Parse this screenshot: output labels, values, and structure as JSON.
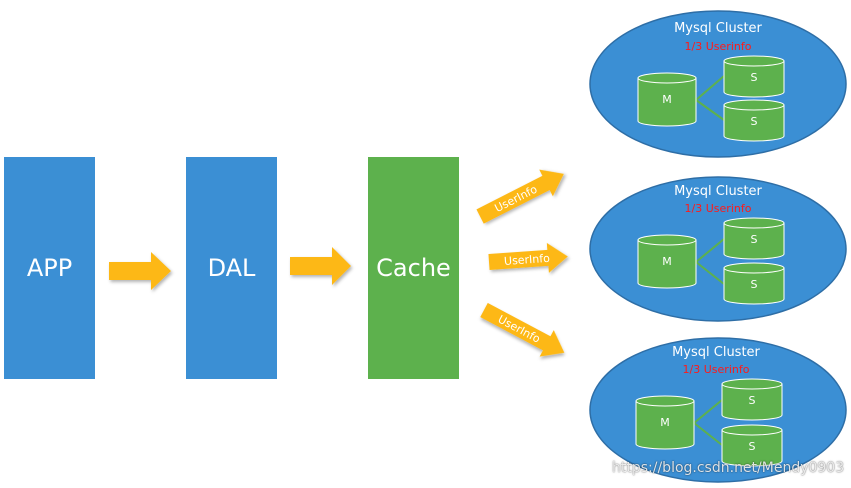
{
  "nodes": {
    "app": "APP",
    "dal": "DAL",
    "cache": "Cache"
  },
  "arrow_labels": [
    "UserInfo",
    "UserInfo",
    "UserInfo"
  ],
  "clusters": [
    {
      "title": "Mysql Cluster",
      "subtitle": "1/3 Userinfo",
      "master": "M",
      "slaves": [
        "S",
        "S"
      ]
    },
    {
      "title": "Mysql Cluster",
      "subtitle": "1/3 Userinfo",
      "master": "M",
      "slaves": [
        "S",
        "S"
      ]
    },
    {
      "title": "Mysql Cluster",
      "subtitle": "1/3 Userinfo",
      "master": "M",
      "slaves": [
        "S",
        "S"
      ]
    }
  ],
  "watermark": "https://blog.csdn.net/Mendy0903",
  "colors": {
    "blue": "#3b8fd4",
    "green": "#5db14d",
    "arrow": "#fdb812",
    "ellipse_stroke": "#2e6ea6",
    "subtitle": "#ff1a1a"
  }
}
